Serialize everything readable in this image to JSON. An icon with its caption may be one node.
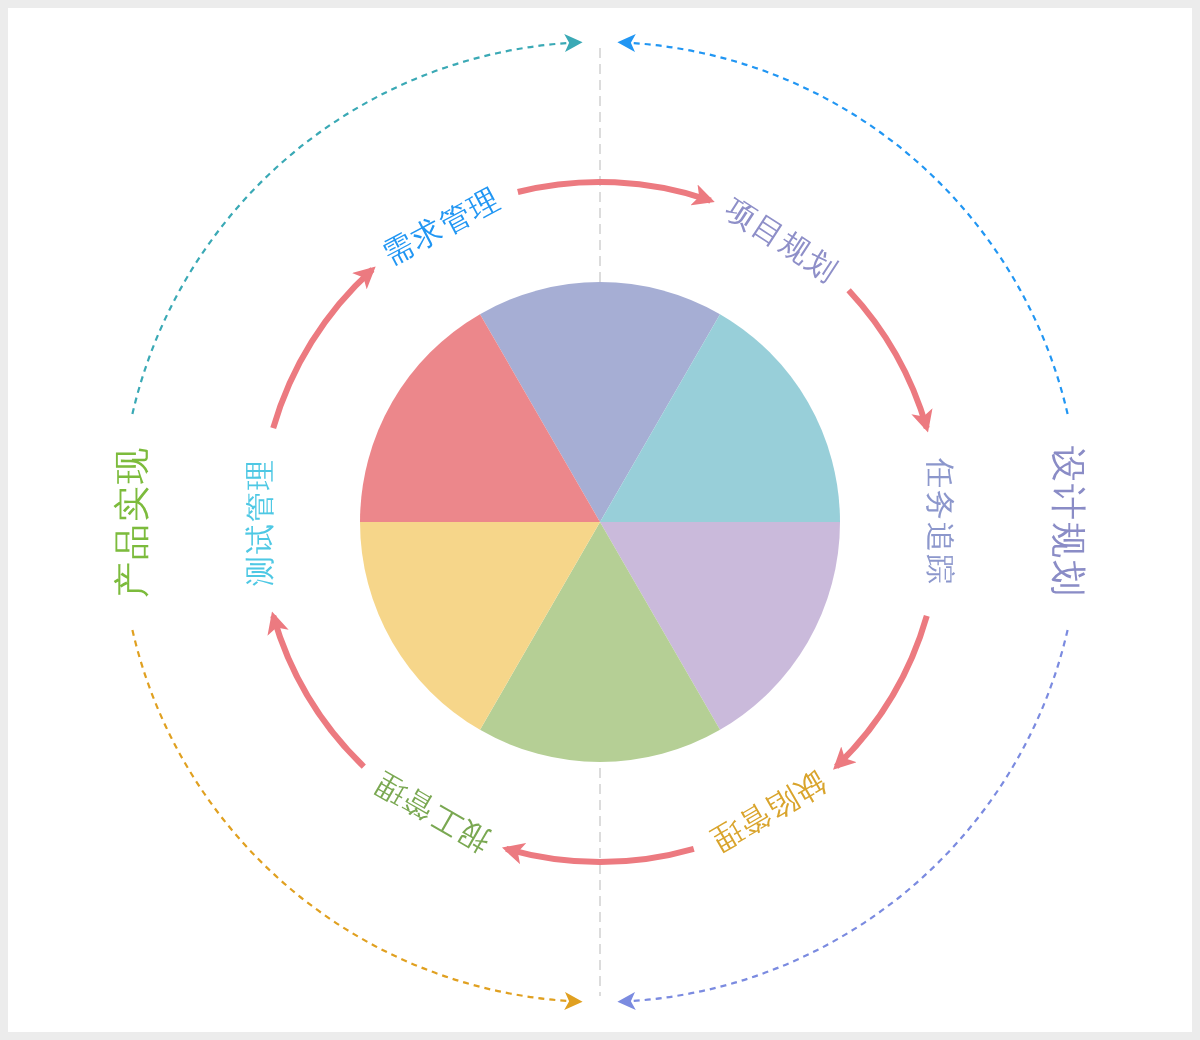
{
  "diagram": {
    "nodes": [
      {
        "text": [
          "需求管理"
        ]
      },
      {
        "text": [
          "项目规划"
        ]
      },
      {
        "text": [
          "任务追踪"
        ]
      },
      {
        "text": [
          "缺陷管理"
        ]
      },
      {
        "text": [
          "报工管理"
        ]
      },
      {
        "text": [
          "测试管理"
        ]
      },
      {
        "text": [
          "设计规划"
        ]
      },
      {
        "text": [
          "产品实现"
        ]
      }
    ],
    "edges": [
      {
        "from": 0,
        "to": 1,
        "arrow": "to"
      },
      {
        "from": 1,
        "to": 2,
        "arrow": "to"
      },
      {
        "from": 2,
        "to": 3,
        "arrow": "to"
      },
      {
        "from": 3,
        "to": 4,
        "arrow": "to"
      },
      {
        "from": 4,
        "to": 5,
        "arrow": "to"
      },
      {
        "from": 5,
        "to": 0,
        "arrow": "to"
      },
      {
        "from": 6,
        "to": null,
        "arrow": "to",
        "style": "dashed",
        "color": "#2196f3"
      },
      {
        "from": 6,
        "to": null,
        "arrow": "to",
        "style": "dashed",
        "color": "#7b8be0"
      },
      {
        "from": 7,
        "to": null,
        "arrow": "to",
        "style": "dashed",
        "color": "#3aa9b5"
      },
      {
        "from": 7,
        "to": null,
        "arrow": "to",
        "style": "dashed",
        "color": "#e0a020"
      }
    ]
  }
}
